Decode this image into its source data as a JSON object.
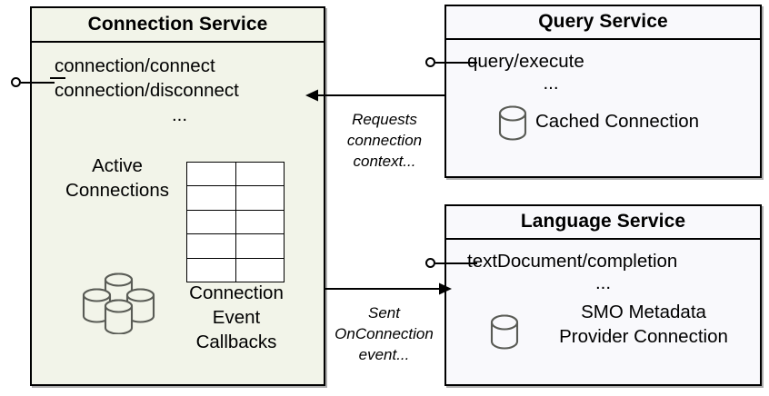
{
  "diagram": {
    "type": "uml-component-diagram",
    "background": "#ffffff"
  },
  "components": [
    {
      "id": "connection-service",
      "title": "Connection Service",
      "fill": "#f2f4e9",
      "border": "#000000",
      "api": [
        "connection/connect",
        "connection/disconnect"
      ],
      "ellipsis": "...",
      "artifacts": [
        {
          "name": "active-connections",
          "label": "Active\nConnections",
          "icon": "database-cluster-icon"
        },
        {
          "name": "connection-event-callbacks",
          "label": "Connection\nEvent\nCallbacks",
          "icon": "table-grid-icon"
        }
      ],
      "interface_port": {
        "name": "provided-interface-lollipop",
        "shape": "circle"
      }
    },
    {
      "id": "query-service",
      "title": "Query Service",
      "fill": "#f9f9fc",
      "border": "#000000",
      "api": [
        "query/execute"
      ],
      "ellipsis": "...",
      "artifacts": [
        {
          "name": "cached-connection",
          "label": "Cached Connection",
          "icon": "database-icon"
        }
      ],
      "interface_port": {
        "name": "provided-interface-lollipop",
        "shape": "circle"
      }
    },
    {
      "id": "language-service",
      "title": "Language Service",
      "fill": "#f9f9fc",
      "border": "#000000",
      "api": [
        "textDocument/completion"
      ],
      "ellipsis": "...",
      "artifacts": [
        {
          "name": "smo-metadata-provider-connection",
          "label": "SMO Metadata\nProvider Connection",
          "icon": "database-icon"
        }
      ],
      "interface_port": {
        "name": "provided-interface-lollipop",
        "shape": "circle"
      }
    }
  ],
  "edges": [
    {
      "id": "query-to-connection",
      "from": "query-service",
      "to": "connection-service",
      "direction": "left",
      "label": "Requests\nconnection\ncontext..."
    },
    {
      "id": "connection-to-language",
      "from": "connection-service",
      "to": "language-service",
      "direction": "right",
      "label": "Sent\nOnConnection\nevent..."
    }
  ],
  "grid": {
    "rows": 5,
    "cols": 2
  }
}
